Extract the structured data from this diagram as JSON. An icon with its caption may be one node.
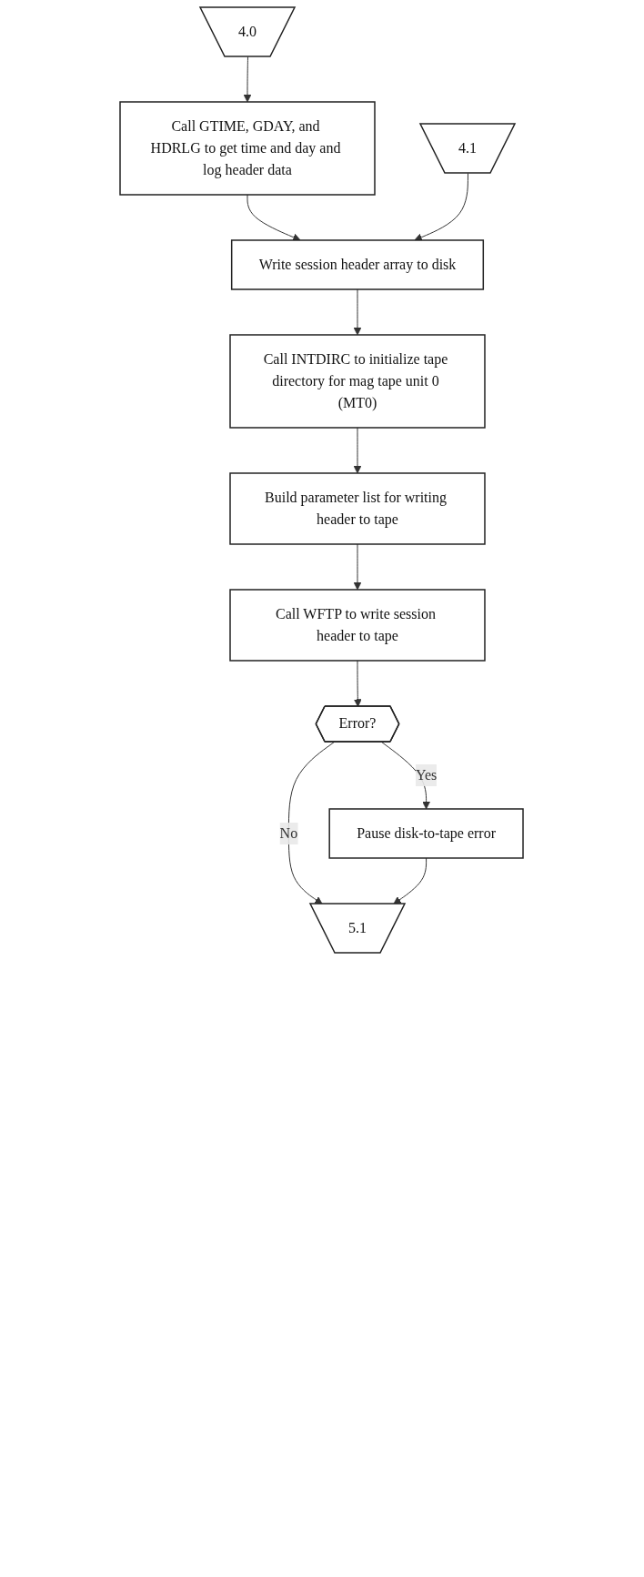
{
  "diagram": {
    "nodes": [
      {
        "text": [
          "4.0"
        ]
      },
      {
        "text": [
          "Call GTIME, GDAY, and HDRLG to get time and day and log header data"
        ]
      },
      {
        "text": [
          "4.1"
        ]
      },
      {
        "text": [
          "Write session header array to disk"
        ]
      },
      {
        "text": [
          "Call INTDIRC to initialize tape directory for mag tape unit 0 (MT0)"
        ]
      },
      {
        "text": [
          "Build parameter list for writing header to tape"
        ]
      },
      {
        "text": [
          "Call WFTP to write session header to tape"
        ]
      },
      {
        "text": [
          "Error?"
        ]
      },
      {
        "text": [
          "Pause disk-to-tape error"
        ]
      },
      {
        "text": [
          "5.1"
        ]
      }
    ],
    "edges": [
      {
        "from": 0,
        "to": 1,
        "arrow": "to"
      },
      {
        "from": 1,
        "to": 3,
        "arrow": "to"
      },
      {
        "from": 2,
        "to": 3,
        "arrow": "to"
      },
      {
        "from": 3,
        "to": 4,
        "arrow": "to"
      },
      {
        "from": 4,
        "to": 5,
        "arrow": "to"
      },
      {
        "from": 5,
        "to": 6,
        "arrow": "to"
      },
      {
        "from": 6,
        "to": 7,
        "arrow": "to"
      },
      {
        "from": 7,
        "to": 8,
        "arrow": "to",
        "label": "Yes"
      },
      {
        "from": 7,
        "to": 9,
        "arrow": "to",
        "label": "No"
      },
      {
        "from": 8,
        "to": 9,
        "arrow": "to"
      }
    ]
  }
}
